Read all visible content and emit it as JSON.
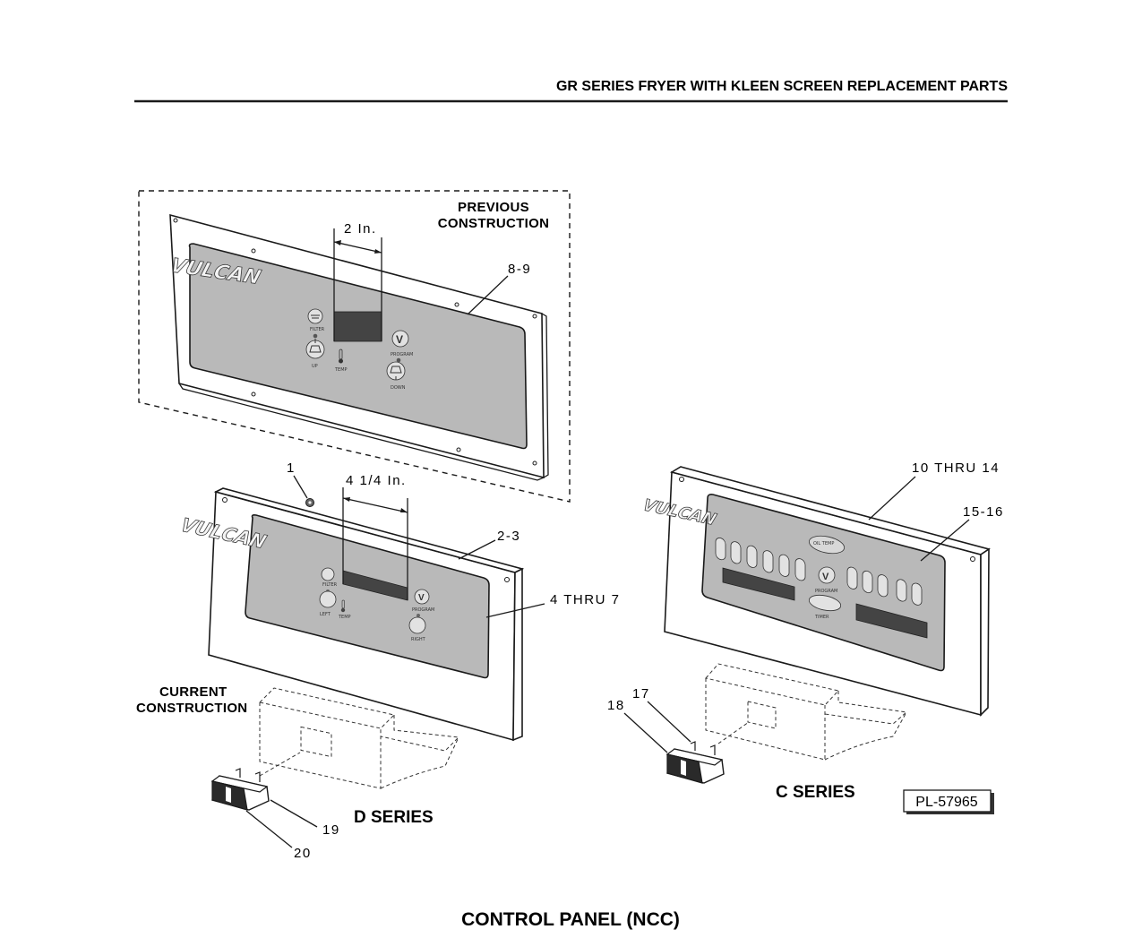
{
  "header": {
    "title": "GR SERIES FRYER WITH KLEEN SCREEN REPLACEMENT PARTS"
  },
  "previous_construction": {
    "label_line1": "PREVIOUS",
    "label_line2": "CONSTRUCTION",
    "dimension": "2 In.",
    "callout": "8-9",
    "brand": "VULCAN",
    "buttons": [
      "FILTER",
      "UP",
      "TEMP",
      "PROGRAM",
      "DOWN"
    ]
  },
  "current_construction": {
    "label_line1": "CURRENT",
    "label_line2": "CONSTRUCTION",
    "dimension": "4 1/4 In.",
    "callouts": {
      "nut": "1",
      "panel": "2-3",
      "overlay": "4 THRU 7",
      "switch_a": "19",
      "switch_b": "20"
    },
    "series": "D SERIES",
    "brand": "VULCAN",
    "buttons": [
      "FILTER",
      "LEFT",
      "TEMP",
      "PROGRAM",
      "RIGHT"
    ]
  },
  "c_series": {
    "callouts": {
      "panel": "10 THRU 14",
      "overlay": "15-16",
      "switch_a": "17",
      "switch_b": "18"
    },
    "series": "C SERIES",
    "brand": "VULCAN",
    "buttons": [
      "OIL TEMP",
      "PROGRAM",
      "TIMER"
    ]
  },
  "part_ref": "PL-57965",
  "footer": {
    "title": "CONTROL PANEL (NCC)"
  },
  "icons": [
    "filter-icon",
    "thermometer-icon",
    "program-v-icon",
    "basket-up-icon",
    "basket-down-icon",
    "rocker-switch-icon"
  ]
}
